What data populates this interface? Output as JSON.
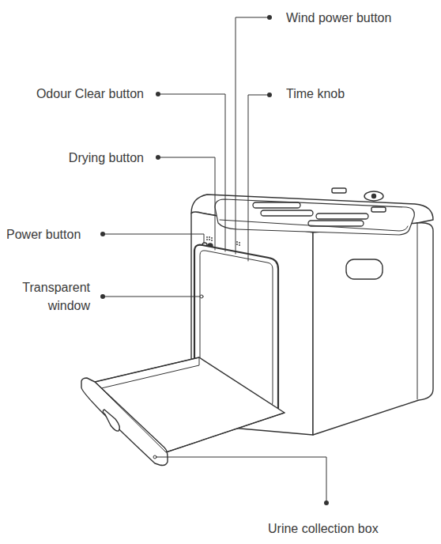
{
  "diagram": {
    "labels": [
      "Wind power button",
      "Odour Clear button",
      "Time knob",
      "Drying button",
      "Power button",
      "Transparent window",
      "Urine collection box"
    ]
  }
}
